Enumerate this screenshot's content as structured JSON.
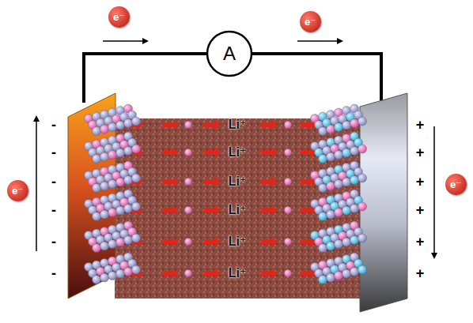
{
  "diagram": {
    "nodes": [
      {
        "text": [
          "e⁻"
        ]
      },
      {
        "text": [
          "A"
        ]
      },
      {
        "text": [
          "e⁻"
        ]
      },
      {
        "text": [
          "e⁻"
        ]
      },
      {
        "text": [
          "e⁻"
        ]
      }
    ],
    "labels": [
      "-",
      "-",
      "-",
      "-",
      "-",
      "-",
      "+",
      "+",
      "+",
      "+",
      "+",
      "+",
      "Li⁺",
      "Li⁺",
      "Li⁺",
      "Li⁺",
      "Li⁺",
      "Li⁺"
    ]
  }
}
